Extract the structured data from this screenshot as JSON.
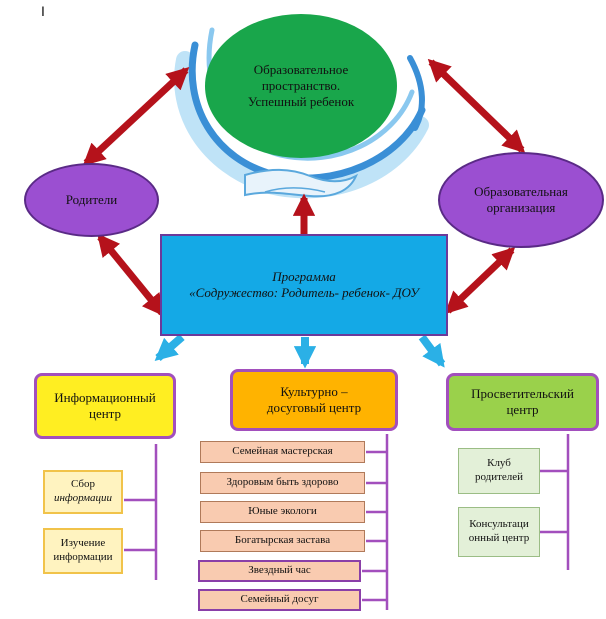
{
  "marker": "I",
  "center_node": {
    "line1": "Образовательное",
    "line2": "пространство.",
    "line3": "Успешный ребенок"
  },
  "parents_node": {
    "label": "Родители"
  },
  "organization_node": {
    "line1": "Образовательная",
    "line2": "организация"
  },
  "program_node": {
    "line1": "Программа",
    "line2": "«Содружество: Родитель- ребенок- ДОУ"
  },
  "info_center": {
    "line1": "Информационный",
    "line2": "центр",
    "items": [
      {
        "line1": "Сбор",
        "line2": "информации"
      },
      {
        "line1": "Изучение",
        "line2": "информации"
      }
    ]
  },
  "culture_center": {
    "line1": "Культурно –",
    "line2": "досуговый центр",
    "items": [
      "Семейная мастерская",
      "Здоровым быть здорово",
      "Юные экологи",
      "Богатырская застава",
      "Звездный час",
      "Семейный досуг"
    ]
  },
  "education_center": {
    "line1": "Просветительский",
    "line2": "центр",
    "items": [
      {
        "line1": "Клуб",
        "line2": "родителей"
      },
      {
        "line1": "Консультаци",
        "line2": "онный центр"
      }
    ]
  },
  "colors": {
    "green": "#19a64b",
    "purple": "#9b4fd1",
    "purple_border": "#5a2a86",
    "cyan": "#14a9e6",
    "cyan_border": "#6b3a9a",
    "yellow": "#ffee22",
    "orange": "#ffb300",
    "light_green": "#9ad14b",
    "peach": "#f9cbb0",
    "cream": "#fff3c0",
    "mint": "#e3f0d8",
    "arrow_red": "#b5121b",
    "arrow_blue": "#2bb0e6",
    "frame_purple": "#a24fbd"
  }
}
